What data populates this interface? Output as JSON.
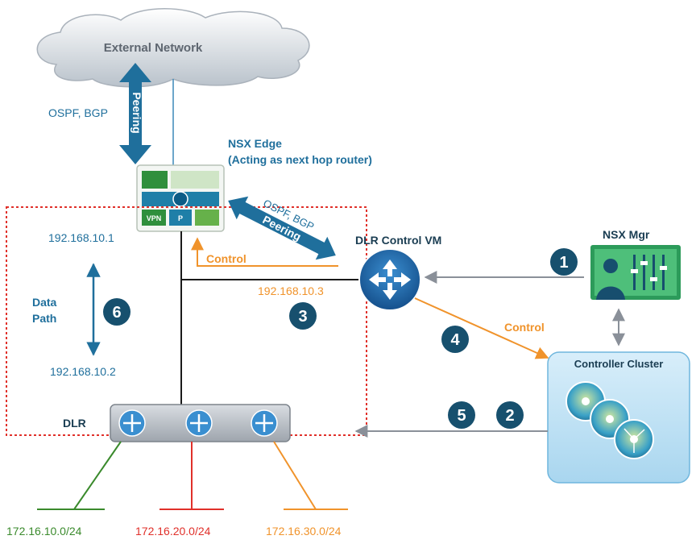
{
  "cloud": {
    "label": "External Network"
  },
  "north": {
    "protocols": "OSPF, BGP",
    "peering": "Peering"
  },
  "edge": {
    "title": "NSX Edge",
    "subtitle": "(Acting as next hop router)",
    "vpn": "VPN",
    "p": "P"
  },
  "edge_peering": {
    "protocols": "OSPF, BGP",
    "peering": "Peering"
  },
  "control_vm": {
    "label": "DLR Control VM",
    "ip": "192.168.10.3"
  },
  "control_labels": {
    "edge_control": "Control",
    "controller_control": "Control"
  },
  "data_path": {
    "line1": "Data",
    "line2": "Path",
    "ip_top": "192.168.10.1",
    "ip_bottom": "192.168.10.2"
  },
  "badges": {
    "b1": "1",
    "b2": "2",
    "b3": "3",
    "b4": "4",
    "b5": "5",
    "b6": "6"
  },
  "nsx_mgr": {
    "label": "NSX Mgr"
  },
  "controller": {
    "label": "Controller Cluster"
  },
  "dlr": {
    "label": "DLR"
  },
  "networks": [
    {
      "cidr": "172.16.10.0/24",
      "color": "#3a8a2c"
    },
    {
      "cidr": "172.16.20.0/24",
      "color": "#e0302a"
    },
    {
      "cidr": "172.16.30.0/24",
      "color": "#f0932b"
    }
  ],
  "colors": {
    "blue": "#1f6f9c",
    "orange": "#f0932b",
    "dark_badge": "#17506e",
    "dashed_red": "#e0302a"
  }
}
